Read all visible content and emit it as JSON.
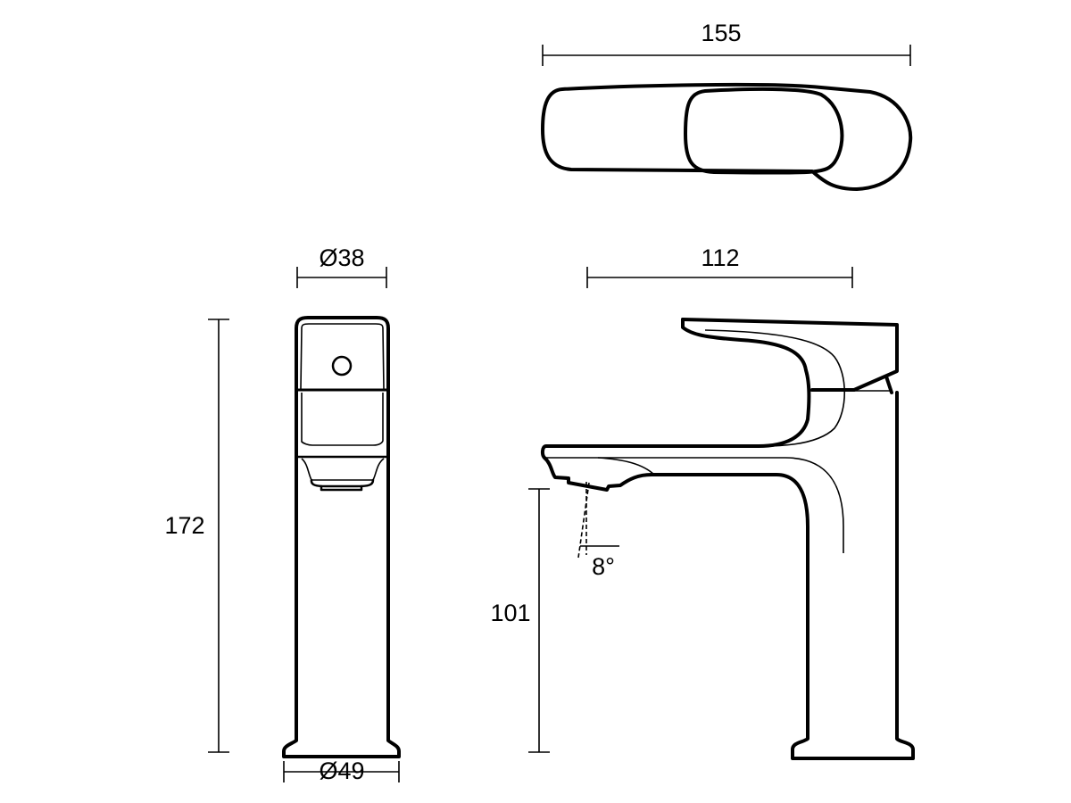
{
  "dimensions": {
    "top_length": "155",
    "spout_reach": "112",
    "body_diameter": "Ø38",
    "total_height": "172",
    "spout_height": "101",
    "base_diameter": "Ø49",
    "spray_angle": "8°"
  },
  "colors": {
    "line": "#000000",
    "background": "#ffffff"
  }
}
